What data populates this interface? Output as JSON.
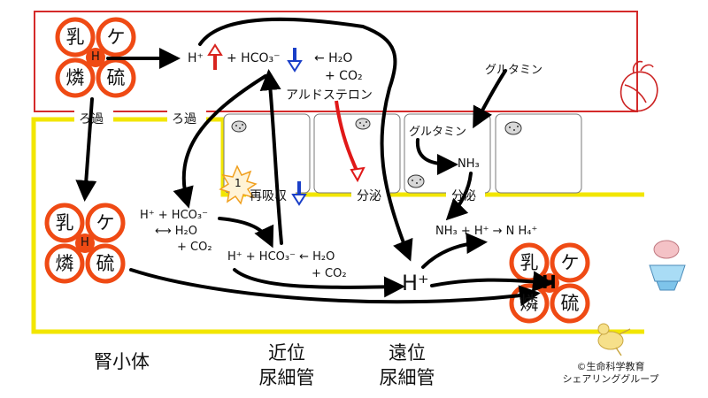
{
  "colors": {
    "blood_border": "#d42a2a",
    "filtrate_border": "#f2e600",
    "clover_fill": "#ef4a14",
    "up_arrow": "#d8241f",
    "down_arrow": "#1a3fc8",
    "aldosterone_arrow": "#e01818",
    "cell_border": "#7a7a7a"
  },
  "clover": {
    "lactate": "乳",
    "keto": "ケ",
    "phosphate": "燐",
    "sulfate": "硫",
    "center": "H"
  },
  "blood": {
    "h_plus": "H⁺",
    "hco3_eq": "+ HCO₃⁻",
    "from_water": "← H₂O",
    "plus_co2": "+ CO₂",
    "aldosterone": "アルドステロン",
    "glutamine": "グルタミン"
  },
  "filtrate": {
    "filtration_left": "ろ過",
    "filtration_mid": "ろ過",
    "reabsorption": "再吸収",
    "badge": "1",
    "eq1_a": "H⁺ + HCO₃⁻",
    "eq1_b": "⟷ H₂O",
    "eq1_c": "+ CO₂",
    "eq2_a": "H⁺ + HCO₃⁻ ← H₂O",
    "eq2_b": "+ CO₂",
    "secretion1": "分泌",
    "secretion2": "分泌",
    "cell_glutamine": "グルタミン",
    "nh3": "NH₃",
    "ammonium_eq": "NH₃ + H⁺ → N H₄⁺",
    "big_h": "H⁺"
  },
  "sections": {
    "glomerulus": "腎小体",
    "proximal_1": "近位",
    "proximal_2": "尿細管",
    "distal_1": "遠位",
    "distal_2": "尿細管"
  },
  "credit": {
    "line1": "©生命科学教育",
    "line2": "シェアリンググループ"
  }
}
